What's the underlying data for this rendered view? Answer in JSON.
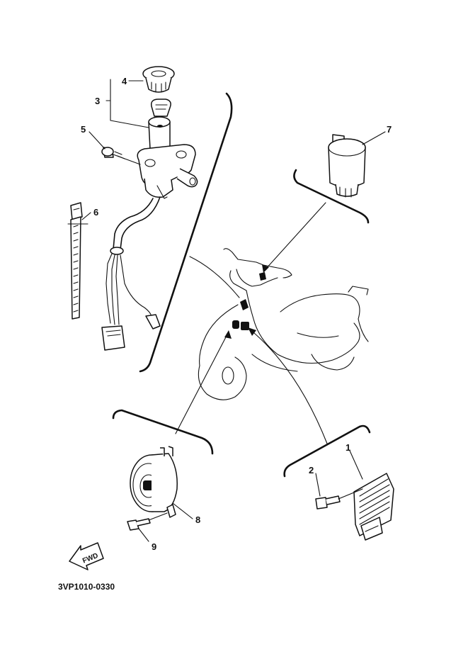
{
  "diagram": {
    "callouts": {
      "c1": "1",
      "c2": "2",
      "c3": "3",
      "c4": "4",
      "c5": "5",
      "c6": "6",
      "c7": "7",
      "c8": "8",
      "c9": "9"
    },
    "fwd_label": "FWD",
    "drawing_code": "3VP1010-0330"
  }
}
